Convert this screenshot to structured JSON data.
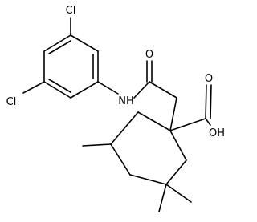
{
  "molecule": {
    "atom_labels": {
      "cl_top": "Cl",
      "cl_left": "Cl",
      "nh": "NH",
      "o_amide": "O",
      "oh": "OH",
      "o_acid": "O"
    },
    "colors": {
      "bond": "#000000",
      "text": "#000000",
      "background": "#ffffff"
    }
  }
}
